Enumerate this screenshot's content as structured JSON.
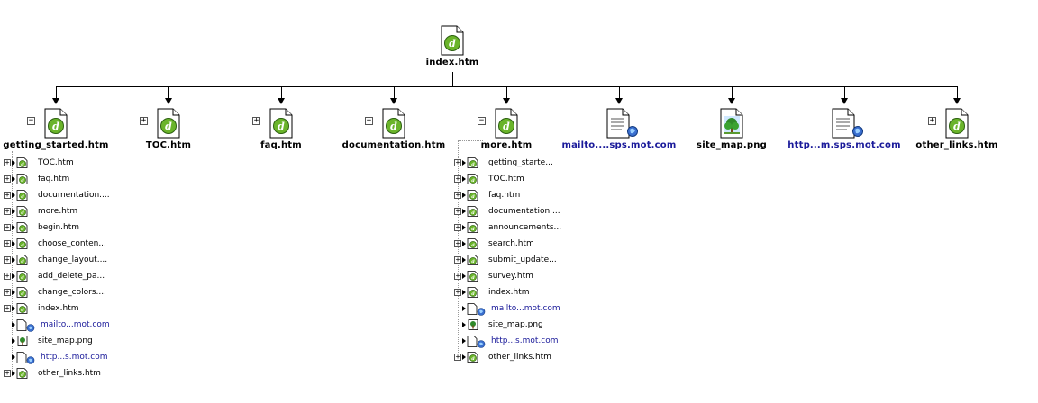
{
  "root": {
    "label": "index.htm",
    "icon": "dreamweaver-page-icon"
  },
  "top_nodes": [
    {
      "label": "getting_started.htm",
      "icon": "dreamweaver-page-icon",
      "expander": "−",
      "link": false
    },
    {
      "label": "TOC.htm",
      "icon": "dreamweaver-page-icon",
      "expander": "+",
      "link": false
    },
    {
      "label": "faq.htm",
      "icon": "dreamweaver-page-icon",
      "expander": "+",
      "link": false
    },
    {
      "label": "documentation.htm",
      "icon": "dreamweaver-page-icon",
      "expander": "+",
      "link": false
    },
    {
      "label": "more.htm",
      "icon": "dreamweaver-page-icon",
      "expander": "−",
      "link": false
    },
    {
      "label": "mailto....sps.mot.com",
      "icon": "external-link-document-icon",
      "expander": "",
      "link": true
    },
    {
      "label": "site_map.png",
      "icon": "image-file-icon",
      "expander": "",
      "link": false
    },
    {
      "label": "http...m.sps.mot.com",
      "icon": "external-link-document-icon",
      "expander": "",
      "link": true
    },
    {
      "label": "other_links.htm",
      "icon": "dreamweaver-page-icon",
      "expander": "+",
      "link": false
    }
  ],
  "getting_started_children": [
    {
      "label": "TOC.htm",
      "type": "page"
    },
    {
      "label": "faq.htm",
      "type": "page"
    },
    {
      "label": "documentation....",
      "type": "page"
    },
    {
      "label": "more.htm",
      "type": "page"
    },
    {
      "label": "begin.htm",
      "type": "page"
    },
    {
      "label": "choose_conten...",
      "type": "page"
    },
    {
      "label": "change_layout....",
      "type": "page"
    },
    {
      "label": "add_delete_pa...",
      "type": "page"
    },
    {
      "label": "change_colors....",
      "type": "page"
    },
    {
      "label": "index.htm",
      "type": "page"
    },
    {
      "label": "mailto...mot.com",
      "type": "link"
    },
    {
      "label": "site_map.png",
      "type": "image"
    },
    {
      "label": "http...s.mot.com",
      "type": "link"
    },
    {
      "label": "other_links.htm",
      "type": "page"
    }
  ],
  "more_children": [
    {
      "label": "getting_starte...",
      "type": "page"
    },
    {
      "label": "TOC.htm",
      "type": "page"
    },
    {
      "label": "faq.htm",
      "type": "page"
    },
    {
      "label": "documentation....",
      "type": "page"
    },
    {
      "label": "announcements...",
      "type": "page"
    },
    {
      "label": "search.htm",
      "type": "page"
    },
    {
      "label": "submit_update...",
      "type": "page"
    },
    {
      "label": "survey.htm",
      "type": "page"
    },
    {
      "label": "index.htm",
      "type": "page"
    },
    {
      "label": "mailto...mot.com",
      "type": "link"
    },
    {
      "label": "site_map.png",
      "type": "image"
    },
    {
      "label": "http...s.mot.com",
      "type": "link"
    },
    {
      "label": "other_links.htm",
      "type": "page"
    }
  ],
  "colors": {
    "link": "#1a1a9a",
    "dw_green": "#6ab42a",
    "tree_green": "#2f8a2a",
    "globe_blue": "#3a6fd0"
  }
}
